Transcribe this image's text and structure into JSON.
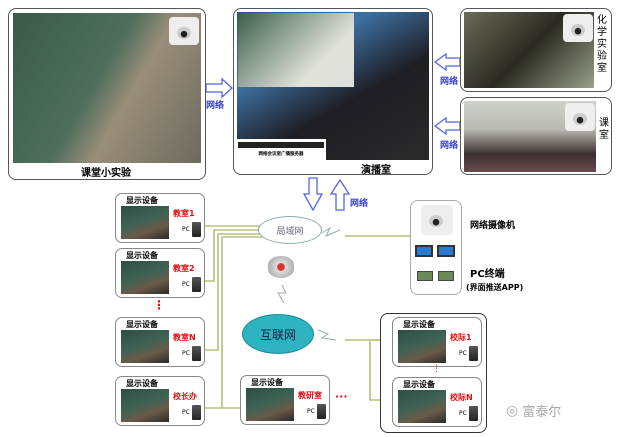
{
  "top": {
    "left_photo_caption": "课堂小实验",
    "center_caption": "演播室",
    "server_label": "网络会议室广播服务器",
    "chem_lab": "化学实验室",
    "classroom": "课室",
    "network": "网络"
  },
  "network": {
    "lan": "局域网",
    "internet": "互联网"
  },
  "terminals": {
    "camera": "网络摄像机",
    "pc": "PC终端",
    "app": "(界面推送APP)"
  },
  "display": {
    "title": "显示设备",
    "pc": "PC"
  },
  "rooms": [
    {
      "label": "教室1"
    },
    {
      "label": "教室2"
    },
    {
      "label": "教室N"
    },
    {
      "label": "校长办"
    },
    {
      "label": "教研室"
    },
    {
      "label": "校际1"
    },
    {
      "label": "校际N"
    }
  ],
  "ellipsis_v": "⋮",
  "ellipsis_h": "···",
  "watermark": "富泰尔"
}
